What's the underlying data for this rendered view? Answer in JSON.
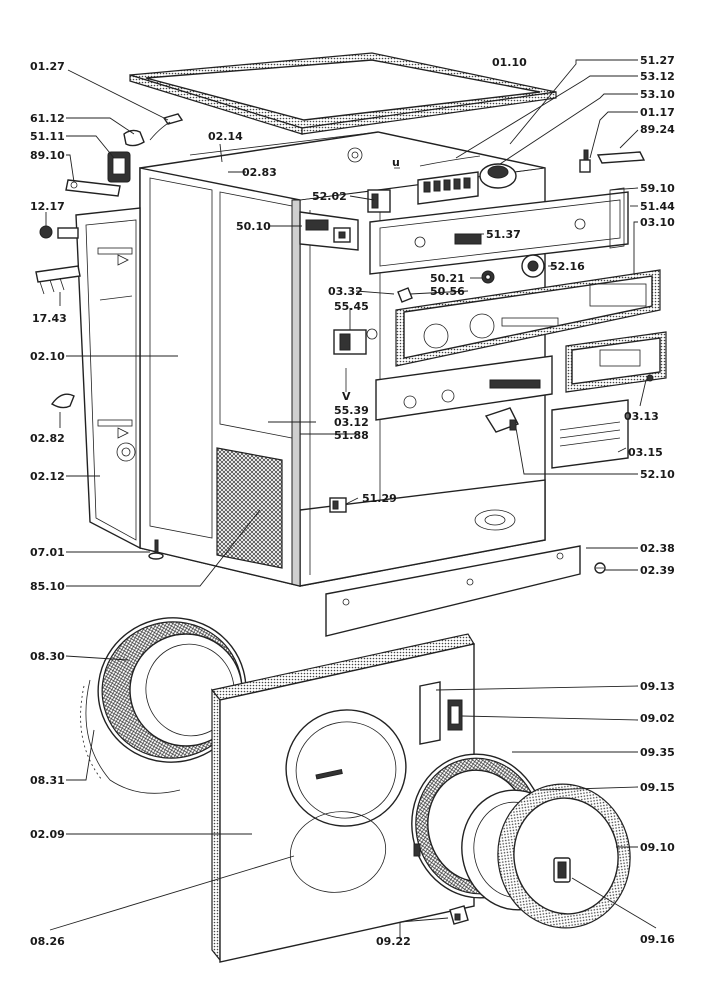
{
  "labels": {
    "l0127": "01.27",
    "l0110": "01.10",
    "l5127": "51.27",
    "l5312": "53.12",
    "l5310": "53.10",
    "l0117": "01.17",
    "l8924": "89.24",
    "l6112": "61.12",
    "l5111": "51.11",
    "l8910": "89.10",
    "l0214": "02.14",
    "l0283": "02.83",
    "l5202": "52.02",
    "l5910": "59.10",
    "l5144": "51.44",
    "l0310": "03.10",
    "l1217": "12.17",
    "l5010": "50.10",
    "l5137": "51.37",
    "l5021": "50.21",
    "l5216": "52.16",
    "l5056": "50.56",
    "l0332": "03.32",
    "l5545": "55.45",
    "l1743": "17.43",
    "l0210": "02.10",
    "l5539": "55.39",
    "l0312": "03.12",
    "l5188": "51.88",
    "l0282": "02.82",
    "l0313": "03.13",
    "l0315": "03.15",
    "l0212": "02.12",
    "l5210": "52.10",
    "l5129": "51.29",
    "l0701": "07.01",
    "l0238": "02.38",
    "l0239": "02.39",
    "l8510": "85.10",
    "l0830": "08.30",
    "l0913": "09.13",
    "l0902": "09.02",
    "l0935": "09.35",
    "l0831": "08.31",
    "l0915": "09.15",
    "l0209": "02.09",
    "l0910": "09.10",
    "l0826": "08.26",
    "l0922": "09.22",
    "l0916": "09.16",
    "v_mark": "V",
    "u_mark": "u"
  }
}
